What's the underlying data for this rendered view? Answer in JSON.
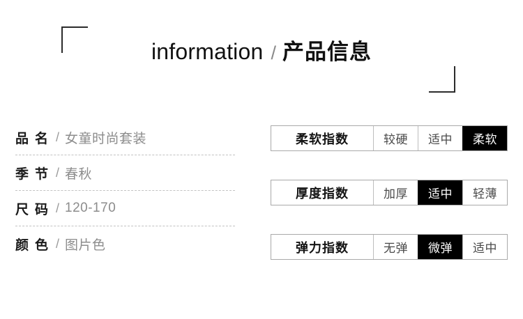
{
  "header": {
    "title_en": "information",
    "separator": "/",
    "title_cn": "产品信息",
    "corner_top_left": "corner-bracket",
    "corner_bottom_right": "corner-bracket"
  },
  "specs": [
    {
      "label": "品名",
      "separator": "/",
      "value": "女童时尚套装"
    },
    {
      "label": "季节",
      "separator": "/",
      "value": "春秋"
    },
    {
      "label": "尺码",
      "separator": "/",
      "value": "120-170"
    },
    {
      "label": "颜色",
      "separator": "/",
      "value": "图片色"
    }
  ],
  "indexes": [
    {
      "title": "柔软指数",
      "options": [
        {
          "label": "较硬",
          "selected": false
        },
        {
          "label": "适中",
          "selected": false
        },
        {
          "label": "柔软",
          "selected": true
        }
      ]
    },
    {
      "title": "厚度指数",
      "options": [
        {
          "label": "加厚",
          "selected": false
        },
        {
          "label": "适中",
          "selected": true
        },
        {
          "label": "轻薄",
          "selected": false
        }
      ]
    },
    {
      "title": "弹力指数",
      "options": [
        {
          "label": "无弹",
          "selected": false
        },
        {
          "label": "微弹",
          "selected": true
        },
        {
          "label": "适中",
          "selected": false
        }
      ]
    }
  ],
  "colors": {
    "background": "#ffffff",
    "text_primary": "#111111",
    "text_muted": "#8c8c8c",
    "border": "#a9a9a9",
    "selected_background": "#000000",
    "selected_text": "#ffffff",
    "divider": "#c2c2c2"
  }
}
